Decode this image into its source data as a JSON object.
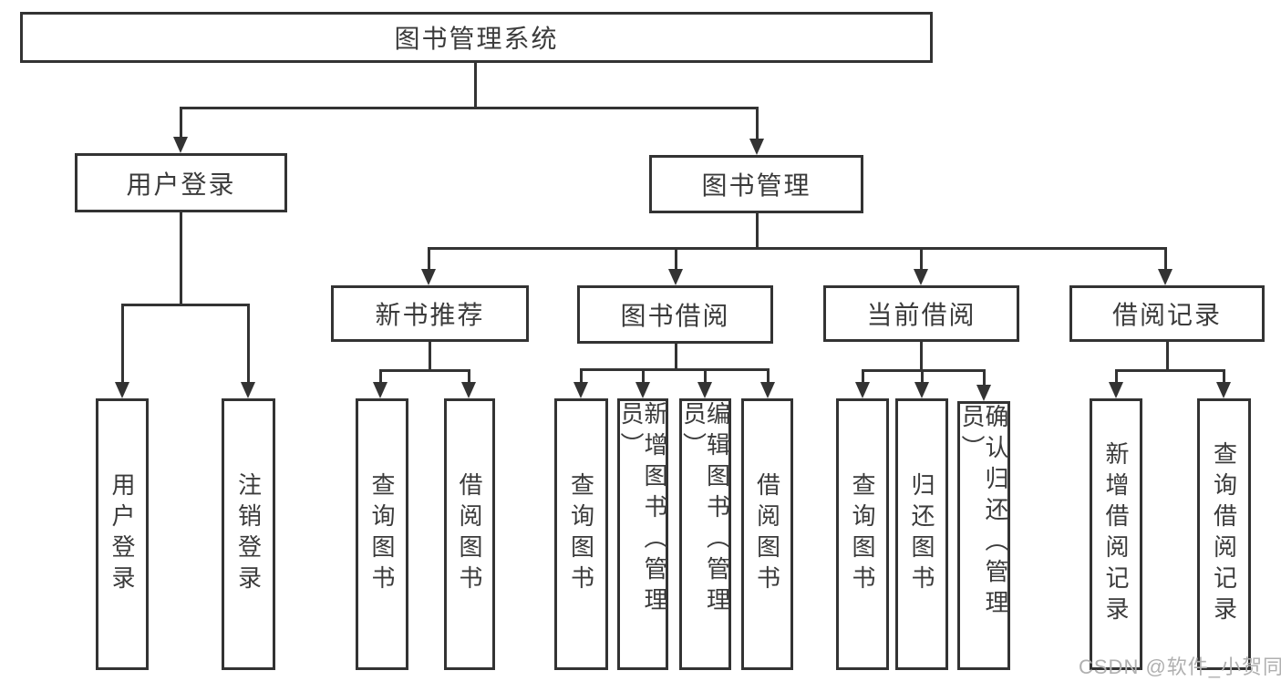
{
  "colors": {
    "line": "#333333",
    "text": "#3b3b3b",
    "watermark": "#b0b0b0",
    "background": "#ffffff"
  },
  "tree": {
    "root": {
      "label": "图书管理系统",
      "children": [
        {
          "label": "用户登录",
          "children": [
            {
              "label": "用户登录"
            },
            {
              "label": "注销登录"
            }
          ]
        },
        {
          "label": "图书管理",
          "children": [
            {
              "label": "新书推荐",
              "children": [
                {
                  "label": "查询图书"
                },
                {
                  "label": "借阅图书"
                }
              ]
            },
            {
              "label": "图书借阅",
              "children": [
                {
                  "label": "查询图书"
                },
                {
                  "label": "新增图书（管理员）"
                },
                {
                  "label": "编辑图书（管理员）"
                },
                {
                  "label": "借阅图书"
                }
              ]
            },
            {
              "label": "当前借阅",
              "children": [
                {
                  "label": "查询图书"
                },
                {
                  "label": "归还图书"
                },
                {
                  "label": "确认归还（管理员）"
                }
              ]
            },
            {
              "label": "借阅记录",
              "children": [
                {
                  "label": "新增借阅记录"
                },
                {
                  "label": "查询借阅记录"
                }
              ]
            }
          ]
        }
      ]
    }
  },
  "watermark": {
    "text": "CSDN @软件_小贺同学"
  }
}
